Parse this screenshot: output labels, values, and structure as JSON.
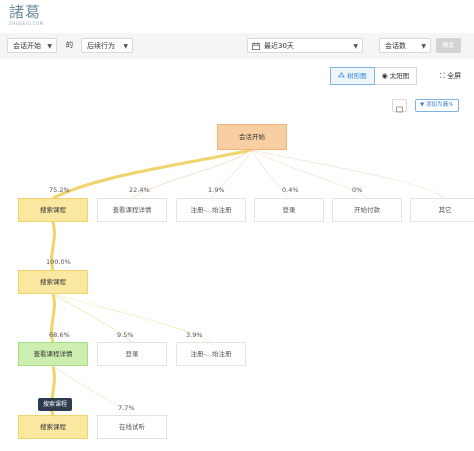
{
  "logo": {
    "main": "諸葛",
    "sub": "ZHUGEIO.COM"
  },
  "filters": {
    "event": "会话开始",
    "of_label": "的",
    "direction": "后续行为",
    "date_range": "最近30天",
    "metric": "会话数",
    "confirm": "确定"
  },
  "view": {
    "tree": "树形图",
    "sunburst": "太阳图",
    "fullscreen": "全屏"
  },
  "actions": {
    "add_funnel": "添加为漏斗"
  },
  "tooltip": "搜索课程",
  "tree": {
    "root": {
      "label": "会话开始"
    },
    "level1": [
      {
        "label": "搜索课程",
        "pct": "75.2%"
      },
      {
        "label": "查看课程详情",
        "pct": "22.4%"
      },
      {
        "label": "注册-...始注册",
        "pct": "1.9%"
      },
      {
        "label": "登录",
        "pct": "0.4%"
      },
      {
        "label": "开始付款",
        "pct": "0%"
      },
      {
        "label": "其它",
        "pct": ""
      }
    ],
    "level2": [
      {
        "label": "搜索课程",
        "pct": "100.0%"
      }
    ],
    "level3": [
      {
        "label": "查看课程详情",
        "pct": "68.6%"
      },
      {
        "label": "登录",
        "pct": "9.5%"
      },
      {
        "label": "注册-...始注册",
        "pct": "3.9%"
      }
    ],
    "level4": [
      {
        "label": "搜索课程",
        "pct": ""
      },
      {
        "label": "在线试听",
        "pct": "7.7%"
      }
    ]
  },
  "colors": {
    "root": "#f8cfa3",
    "highlight_path": "#f0d36a",
    "converted": "#ccefb0",
    "accent": "#2f7fd1"
  }
}
